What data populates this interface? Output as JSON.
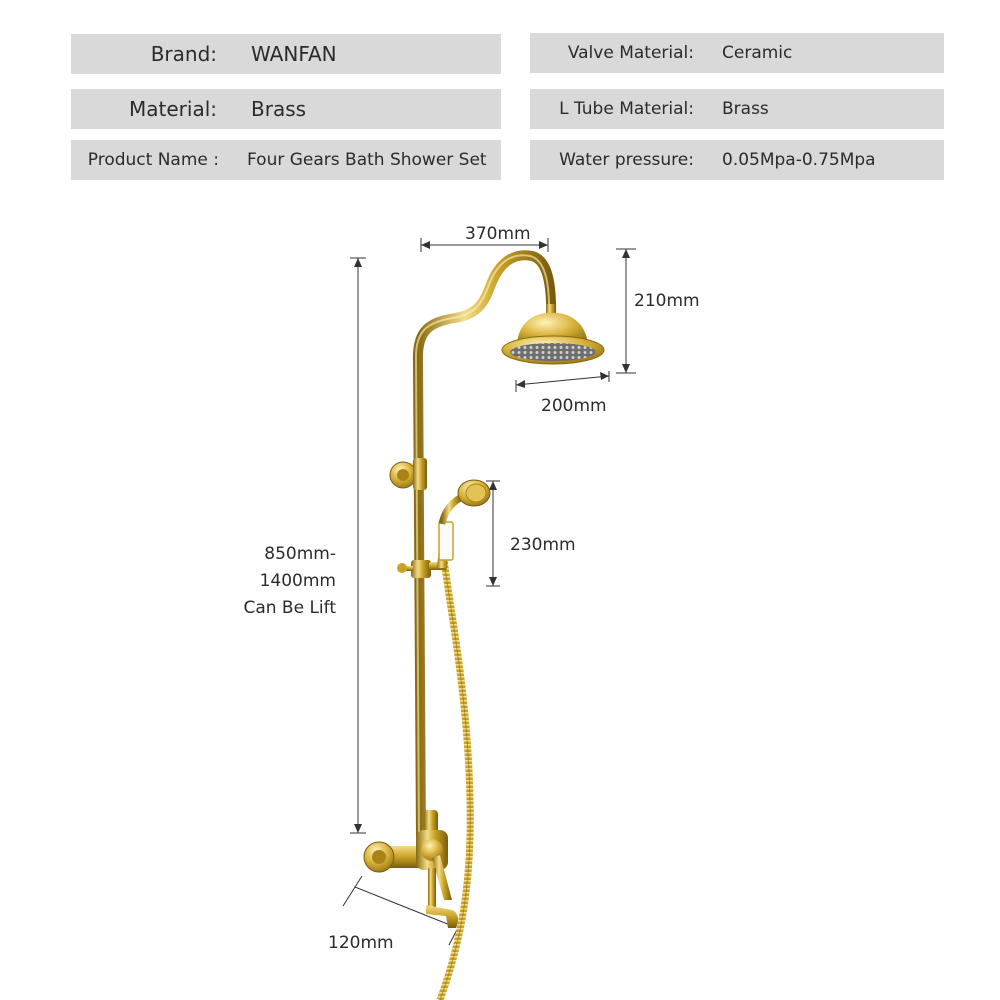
{
  "specs": {
    "left": [
      {
        "label": "Brand:",
        "value": "WANFAN"
      },
      {
        "label": "Material:",
        "value": "Brass"
      },
      {
        "label": "Product Name :",
        "value": "Four Gears Bath Shower Set"
      }
    ],
    "right": [
      {
        "label": "Valve Material:",
        "value": "Ceramic"
      },
      {
        "label": "L Tube Material:",
        "value": "Brass"
      },
      {
        "label": "Water pressure:",
        "value": "0.05Mpa-0.75Mpa"
      }
    ]
  },
  "dimensions": {
    "arm_width": "370mm",
    "head_height": "210mm",
    "head_diameter": "200mm",
    "hand_shower_length": "230mm",
    "height_line1": "850mm-",
    "height_line2": "1400mm",
    "height_line3": "Can Be Lift",
    "mixer_spacing": "120mm"
  },
  "colors": {
    "gold": "#c9a227",
    "gold_dark": "#8a6a10",
    "gold_light": "#f3dd8a",
    "panel": "#d9d9d9"
  }
}
